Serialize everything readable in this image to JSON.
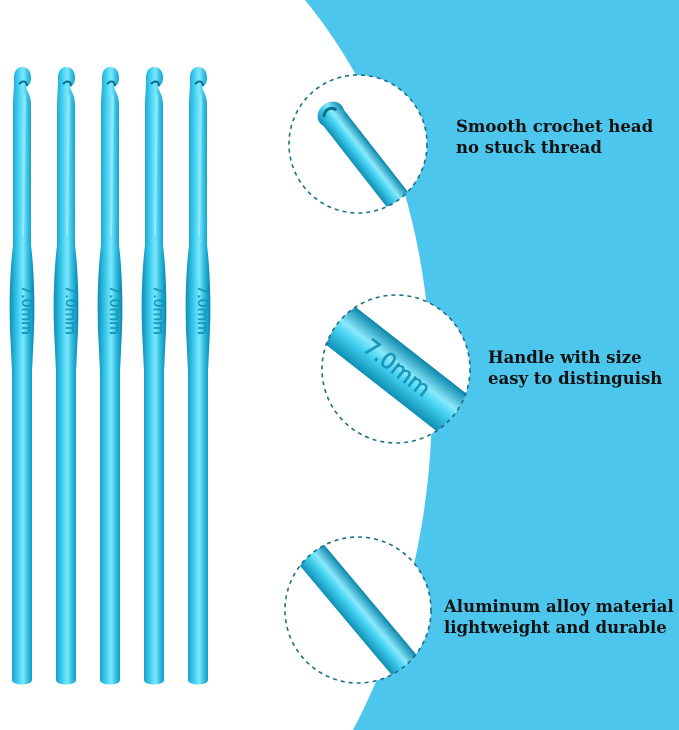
{
  "image": {
    "background_color": "#ffffff",
    "accent_color": "#4cc6ec",
    "hook_color": "#2bb8dc",
    "hook_count": 5,
    "hook_size_label": "7.0mm"
  },
  "features": [
    {
      "line1": "Smooth crochet head",
      "line2": "no stuck thread",
      "icon": "crochet-head-closeup"
    },
    {
      "line1": "Handle with size",
      "line2": "easy to distinguish",
      "icon": "handle-closeup"
    },
    {
      "line1": "Aluminum alloy material",
      "line2": "lightweight and durable",
      "icon": "shaft-closeup"
    }
  ]
}
